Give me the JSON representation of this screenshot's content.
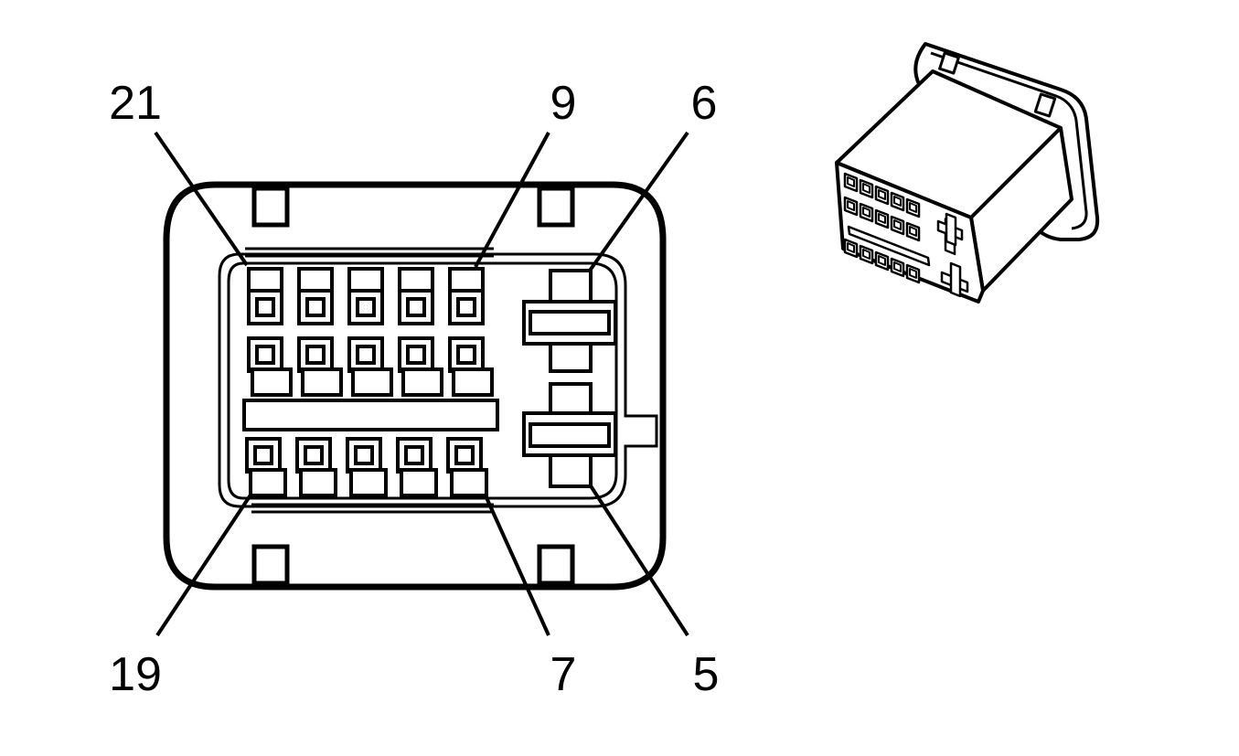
{
  "diagram": {
    "type": "connector-face-view",
    "labels": {
      "top_left": "21",
      "top_mid": "9",
      "top_right": "6",
      "bottom_left": "19",
      "bottom_mid": "7",
      "bottom_right": "5"
    },
    "terminals": {
      "row1_count": 5,
      "row2_count": 5,
      "row3_count": 5,
      "large_count": 2
    },
    "colors": {
      "line": "#000000",
      "background": "#ffffff"
    }
  }
}
